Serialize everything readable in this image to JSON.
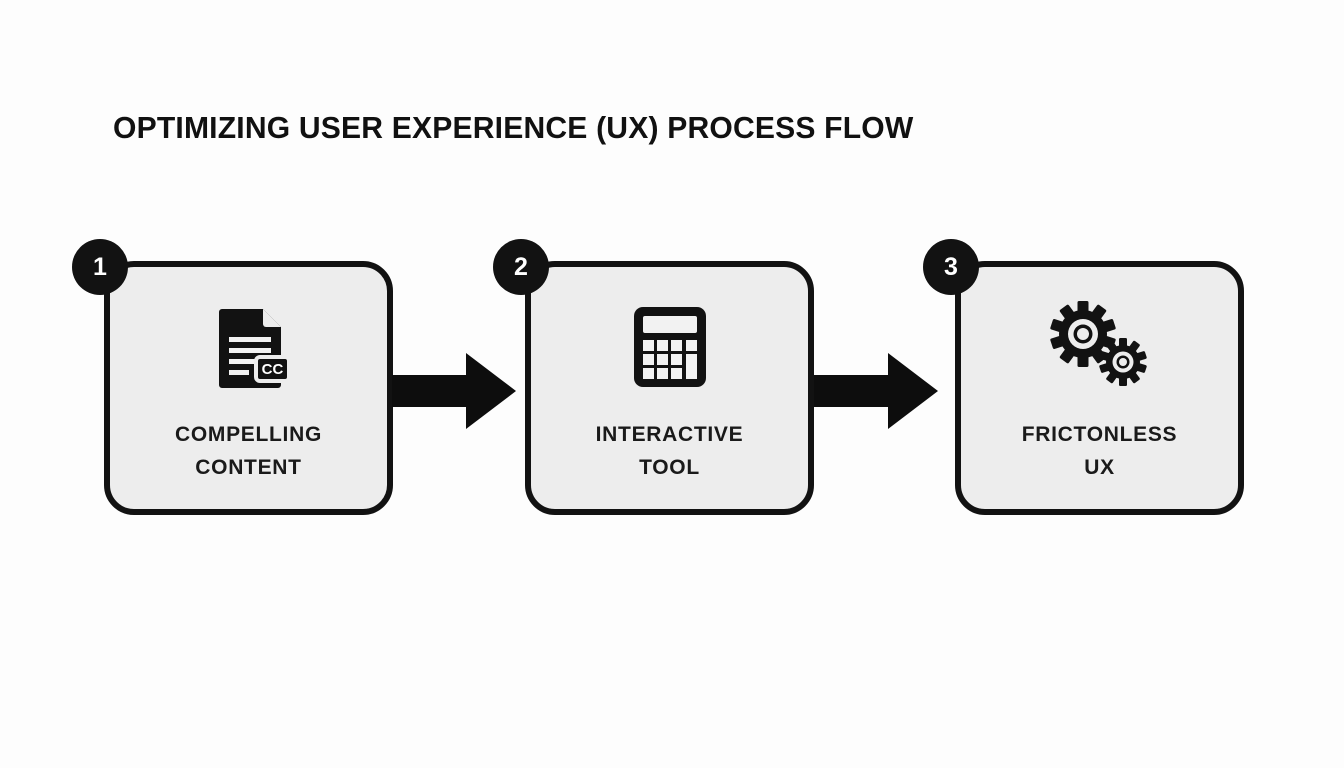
{
  "slide": {
    "title": "OPTIMIZING USER EXPERIENCE (UX) PROCESS FLOW",
    "background_color": "#fdfdfd",
    "accent_color": "#121212",
    "card_fill_color": "#ededed",
    "text_color": "#1a1a1a"
  },
  "flow": {
    "type": "linear-process",
    "connector": "block-arrow-right",
    "steps": [
      {
        "number": "1",
        "label_line1": "COMPELLING",
        "label_line2": "CONTENT",
        "icon": "document-cc-icon",
        "icon_caption": "CC"
      },
      {
        "number": "2",
        "label_line1": "INTERACTIVE",
        "label_line2": "TOOL",
        "icon": "calculator-icon"
      },
      {
        "number": "3",
        "label_line1": "FRICTONLESS",
        "label_line2": "UX",
        "icon": "gears-icon"
      }
    ]
  }
}
